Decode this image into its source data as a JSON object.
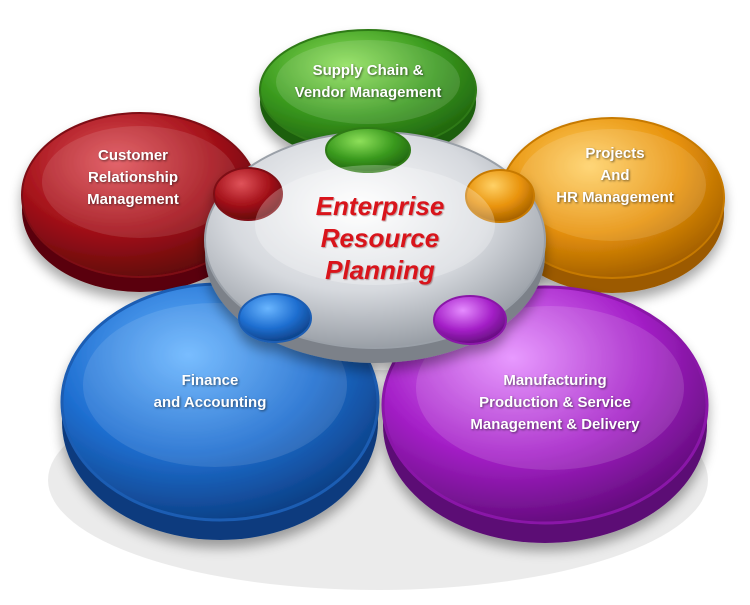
{
  "center": {
    "line1": "Enterprise",
    "line2": "Resource",
    "line3": "Planning",
    "text_color": "#d9141b"
  },
  "petals": {
    "supply": {
      "line1": "Supply Chain &",
      "line2": "Vendor Management",
      "color": "#3a9a1e"
    },
    "projects": {
      "line1": "Projects",
      "line2": "And",
      "line3": "HR Management",
      "color": "#e8920a"
    },
    "manufacturing": {
      "line1": "Manufacturing",
      "line2": "Production & Service",
      "line3": "Management & Delivery",
      "color": "#a520c8"
    },
    "finance": {
      "line1": "Finance",
      "line2": "and Accounting",
      "color": "#1f6fd1"
    },
    "crm": {
      "line1": "Customer",
      "line2": "Relationship",
      "line3": "Management",
      "color": "#a5121a"
    }
  }
}
